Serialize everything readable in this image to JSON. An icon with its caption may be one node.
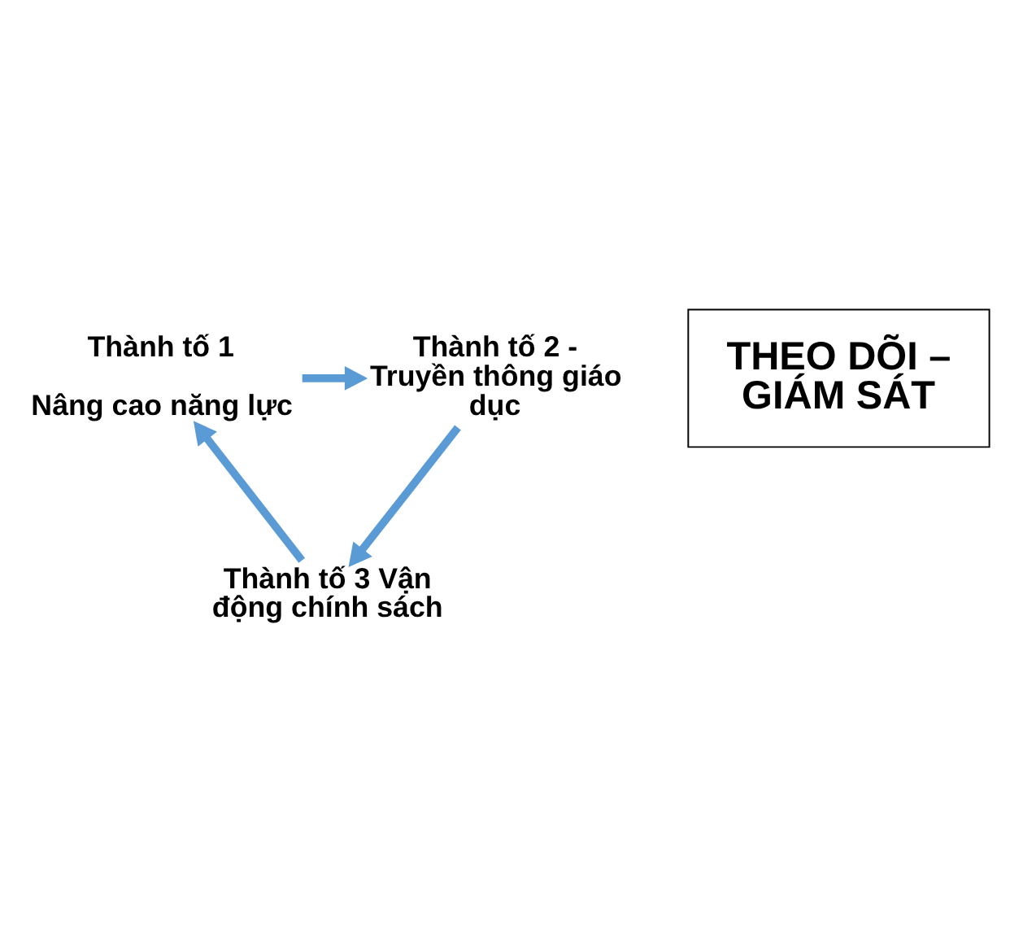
{
  "diagram": {
    "nodes": [
      {
        "text": [
          "Thành tố 1",
          "Nâng cao năng lực"
        ]
      },
      {
        "text": [
          "Thành tố 2 - Truyền thông giáo dục"
        ]
      },
      {
        "text": [
          "Thành tố 3 Vận động chính sách"
        ]
      },
      {
        "text": [
          "THEO DÕI – GIÁM SÁT"
        ]
      }
    ],
    "edges": [
      {
        "from": 0,
        "to": 1,
        "arrow": "to"
      },
      {
        "from": 1,
        "to": 2,
        "arrow": "to"
      },
      {
        "from": 2,
        "to": 0,
        "arrow": "to"
      }
    ]
  }
}
